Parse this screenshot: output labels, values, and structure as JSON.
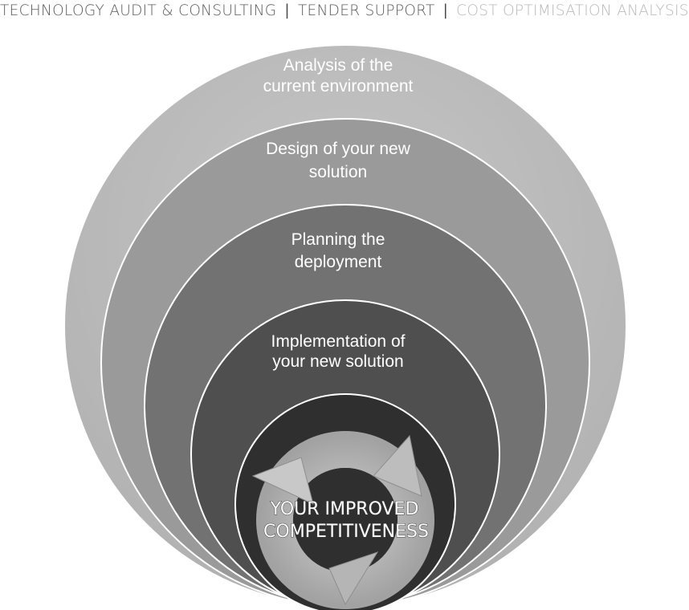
{
  "header": {
    "item1": "TECHNOLOGY AUDIT & CONSULTING",
    "sep1": "|",
    "item2": "TENDER SUPPORT",
    "sep2": "|",
    "item3": "COST OPTIMISATION ANALYSIS"
  },
  "rings": [
    {
      "line1": "Analysis of the",
      "line2": "current environment",
      "color": "#bdbdbd"
    },
    {
      "line1": "Design of your new",
      "line2": "solution",
      "color": "#9a9a9a"
    },
    {
      "line1": "Planning the",
      "line2": "deployment",
      "color": "#727272"
    },
    {
      "line1": "Implementation of",
      "line2": "your new solution",
      "color": "#4f4f4f"
    }
  ],
  "center": {
    "line1": "YOUR IMPROVED",
    "line2": "COMPETITIVENESS",
    "color": "#2f2f2f",
    "cycle_icon": "cycle-arrows-icon"
  }
}
